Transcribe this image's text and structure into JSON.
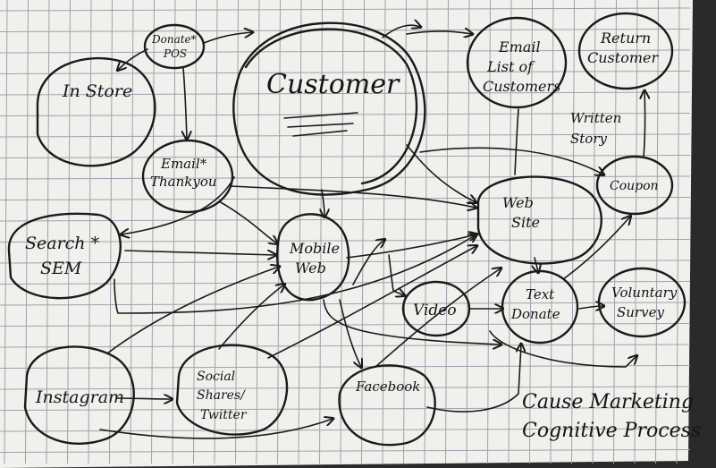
{
  "diagram": {
    "nodes": {
      "customer": "Customer",
      "donate_pos": [
        "Donate*",
        "POS"
      ],
      "in_store": "In Store",
      "email_thankyou": [
        "Email*",
        "Thankyou"
      ],
      "search_sem": [
        "Search *",
        "SEM"
      ],
      "mobile_web": [
        "Mobile",
        "Web"
      ],
      "email_list": [
        "Email",
        "List of",
        "Customers"
      ],
      "return_customer": [
        "Return",
        "Customer"
      ],
      "written_story": [
        "Written",
        "Story"
      ],
      "coupon": "Coupon",
      "web_site": [
        "Web",
        "Site"
      ],
      "video": "Video",
      "text_donate": [
        "Text",
        "Donate"
      ],
      "voluntary_survey": [
        "Voluntary",
        "Survey"
      ],
      "instagram": "Instagram",
      "social_shares": [
        "Social",
        "Shares/",
        "Twitter"
      ],
      "facebook": "Facebook"
    },
    "title": [
      "Cause Marketing",
      "Cognitive Process"
    ]
  }
}
